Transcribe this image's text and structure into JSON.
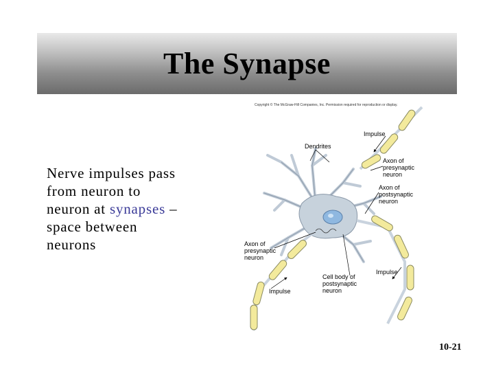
{
  "slide": {
    "title": "The Synapse",
    "body": {
      "line1": "Nerve impulses pass",
      "line2": "from neuron to",
      "line3_prefix": "neuron at ",
      "line3_highlight": "synapses",
      "line3_suffix": " –",
      "line4": "space between",
      "line5": "neurons"
    },
    "slide_number": "10-21"
  },
  "figure": {
    "copyright": "Copyright © The McGraw-Hill Companies, Inc.  Permission required for reproduction or display.",
    "labels": {
      "impulse_top": "Impulse",
      "dendrites": "Dendrites",
      "axon_pre_1": "Axon of",
      "axon_pre_2": "presynaptic",
      "axon_pre_3": "neuron",
      "axon_post_1": "Axon of",
      "axon_post_2": "postsynaptic",
      "axon_post_3": "neuron",
      "axon_pre_left_1": "Axon of",
      "axon_pre_left_2": "presynaptic",
      "axon_pre_left_3": "neuron",
      "impulse_right": "Impulse",
      "cell_body_1": "Cell body of",
      "cell_body_2": "postsynaptic",
      "cell_body_3": "neuron",
      "impulse_bottom": "Impulse"
    }
  },
  "colors": {
    "myelin": "#f3ea9c",
    "axon_core": "#c9d3de",
    "cell_body": "#c7d2dc",
    "nucleus": "#8fb8e0",
    "title_text": "#000000",
    "highlight": "#3b3b98"
  }
}
